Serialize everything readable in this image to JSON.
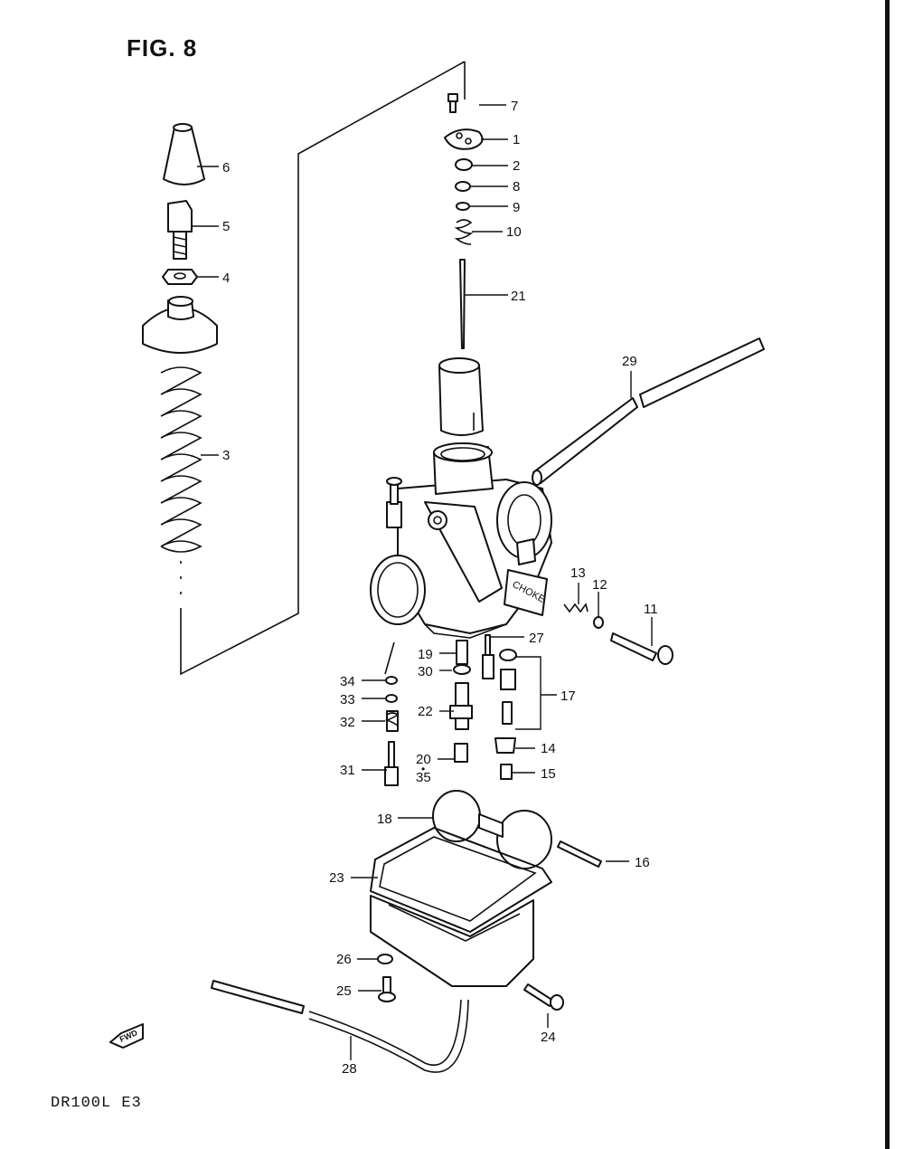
{
  "figure": {
    "title": "FIG. 8",
    "model": "DR100L  E3"
  },
  "fwd_badge": {
    "label": "FWD"
  },
  "choke_label": "CHOKE",
  "callouts": [
    {
      "num": "1"
    },
    {
      "num": "2"
    },
    {
      "num": "3"
    },
    {
      "num": "4"
    },
    {
      "num": "5"
    },
    {
      "num": "6"
    },
    {
      "num": "7"
    },
    {
      "num": "8"
    },
    {
      "num": "9"
    },
    {
      "num": "10"
    },
    {
      "num": "11"
    },
    {
      "num": "12"
    },
    {
      "num": "13"
    },
    {
      "num": "14"
    },
    {
      "num": "15"
    },
    {
      "num": "16"
    },
    {
      "num": "17"
    },
    {
      "num": "18"
    },
    {
      "num": "19"
    },
    {
      "num": "20"
    },
    {
      "num": "21"
    },
    {
      "num": "22"
    },
    {
      "num": "23"
    },
    {
      "num": "24"
    },
    {
      "num": "25"
    },
    {
      "num": "26"
    },
    {
      "num": "27"
    },
    {
      "num": "28"
    },
    {
      "num": "29"
    },
    {
      "num": "30"
    },
    {
      "num": "31"
    },
    {
      "num": "32"
    },
    {
      "num": "33"
    },
    {
      "num": "34"
    },
    {
      "num": "35"
    }
  ]
}
